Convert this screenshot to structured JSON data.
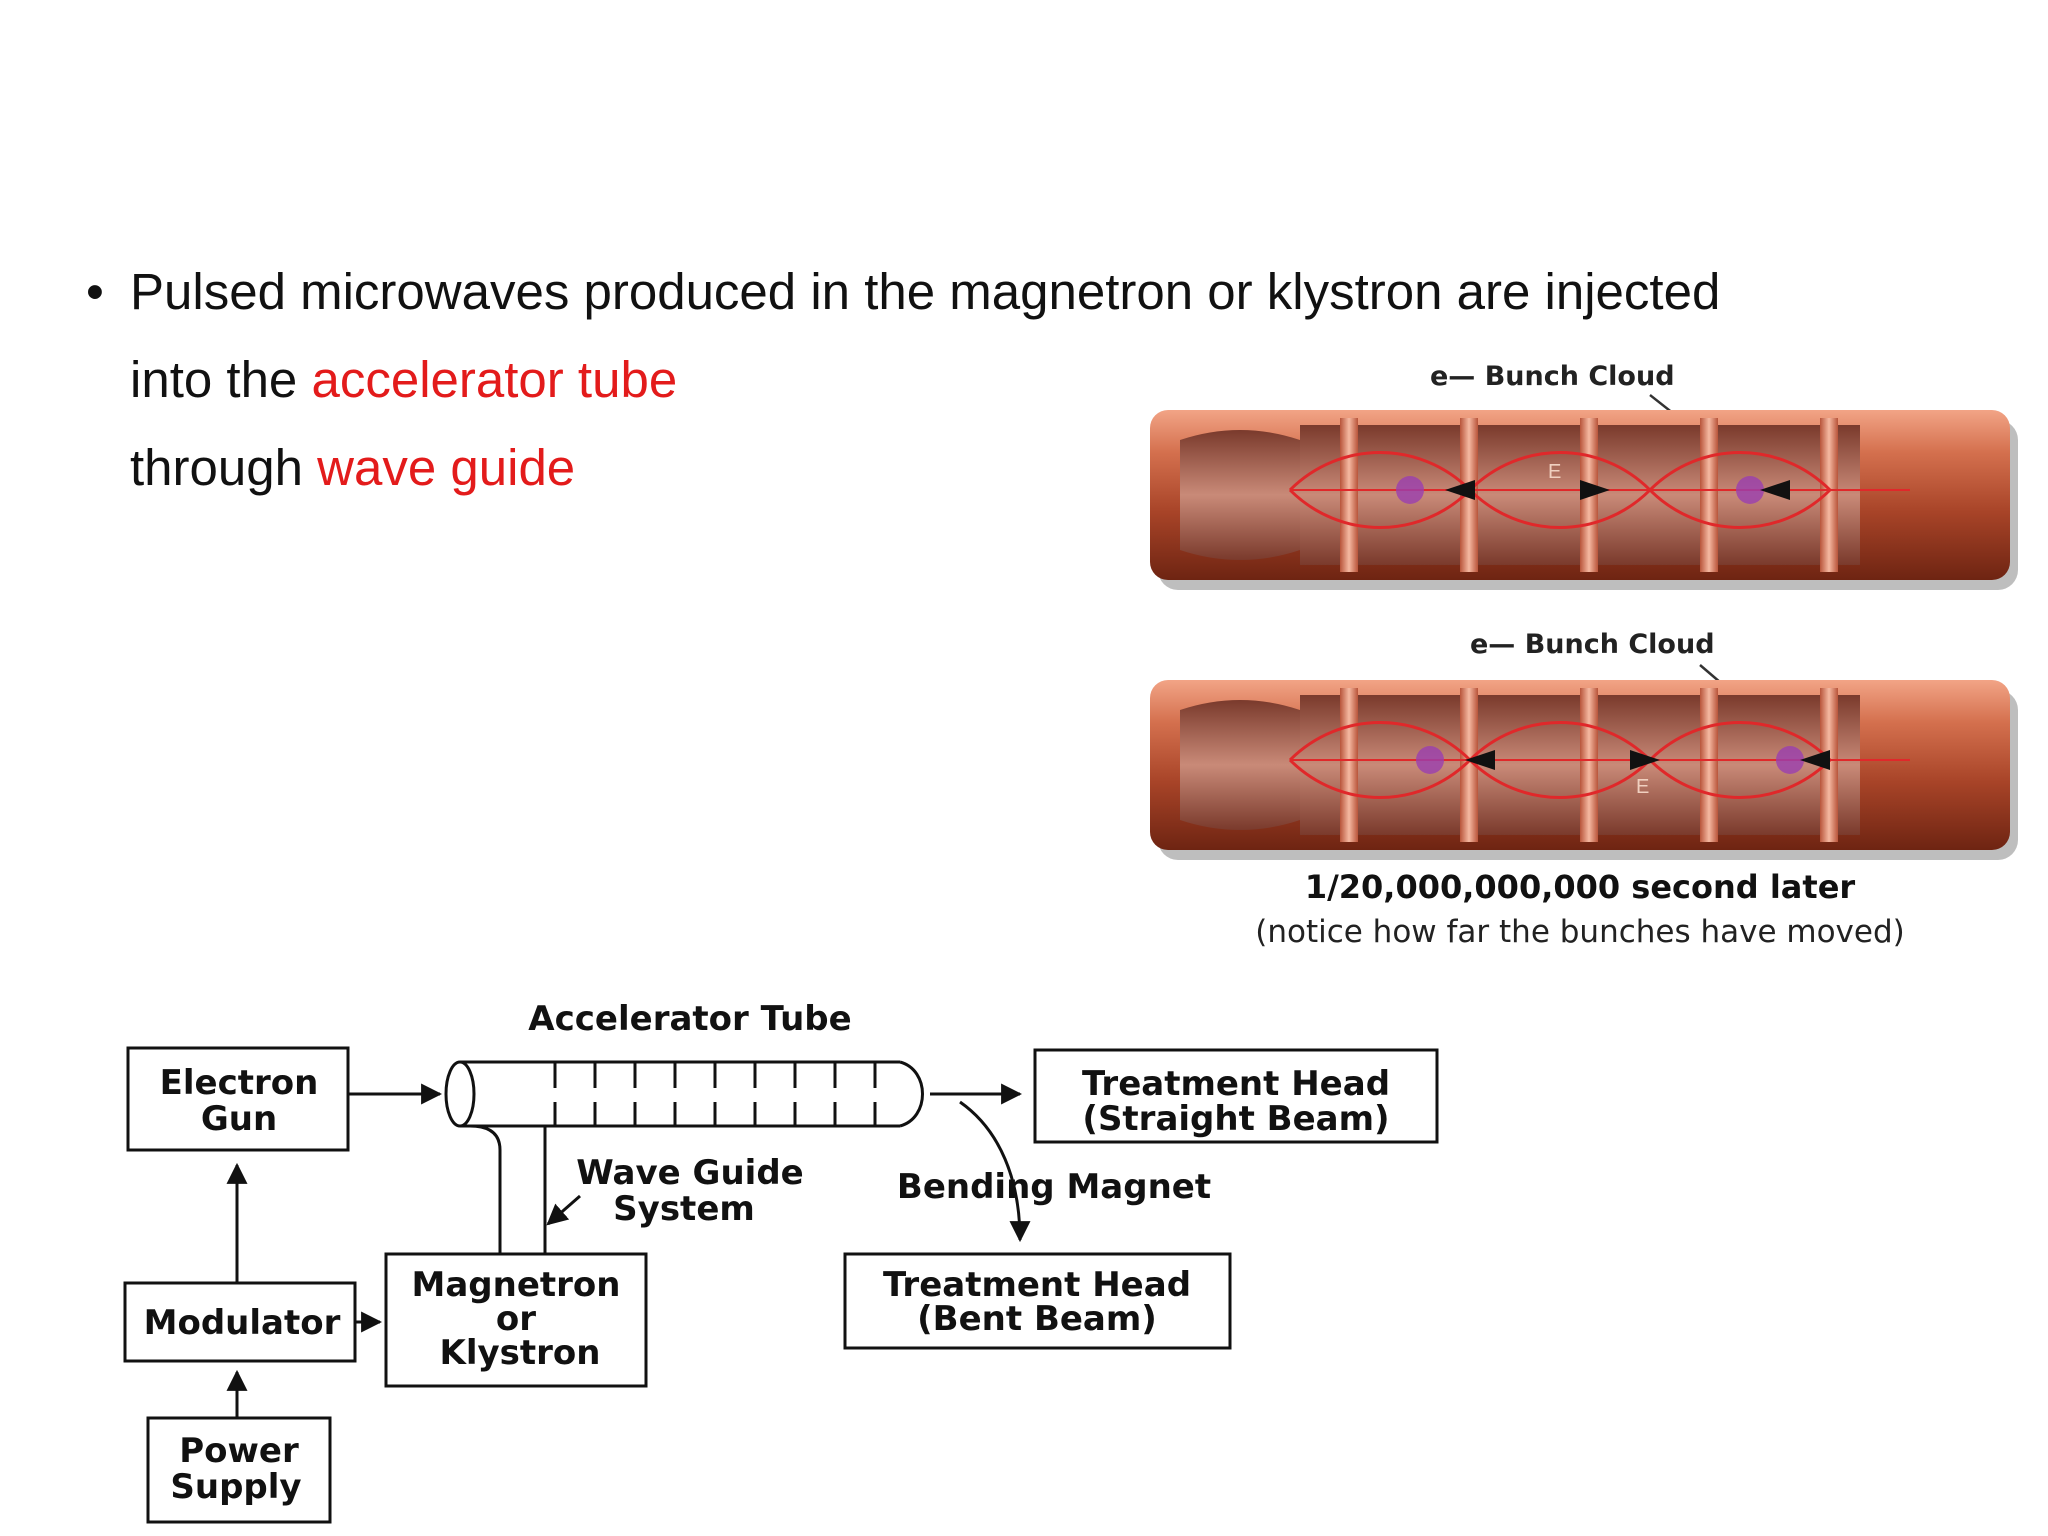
{
  "bullet": {
    "line1": "Pulsed microwaves produced in the magnetron or klystron are injected",
    "line2_prefix": "into the ",
    "line2_highlight": "accelerator tube",
    "line3_prefix": "through ",
    "line3_highlight": "wave guide"
  },
  "tubes": {
    "top_label": "e— Bunch Cloud",
    "bottom_label": "e— Bunch Cloud",
    "field_label": "E",
    "caption_bold": "1/20,000,000,000 second later",
    "caption_note": "(notice how far the bunches have moved)"
  },
  "block_diagram": {
    "accelerator_tube": "Accelerator Tube",
    "electron_gun": [
      "Electron",
      "Gun"
    ],
    "treatment_head_straight": [
      "Treatment Head",
      "(Straight  Beam)"
    ],
    "wave_guide_system": [
      "Wave Guide",
      "System"
    ],
    "bending_magnet": "Bending  Magnet",
    "magnetron": [
      "Magnetron",
      "or",
      "Klystron"
    ],
    "modulator": "Modulator",
    "treatment_head_bent": [
      "Treatment Head",
      "(Bent Beam)"
    ],
    "power_supply": [
      "Power",
      "Supply"
    ]
  },
  "colors": {
    "highlight": "#e31b1b",
    "tube_copper": "#d4704e",
    "field_line": "#e0282a",
    "bunch": "#9a3fb0"
  }
}
